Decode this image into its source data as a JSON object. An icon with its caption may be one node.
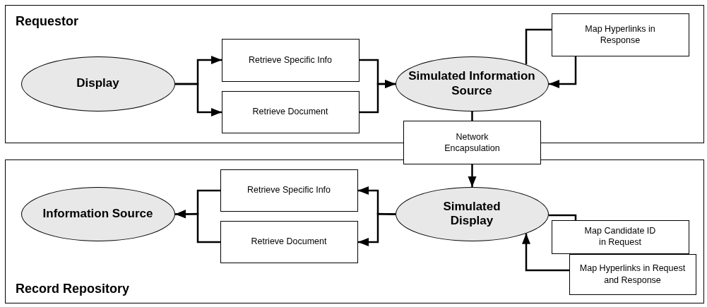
{
  "diagram": {
    "nodes": [
      {
        "text": [
          "Requestor"
        ]
      },
      {
        "text": [
          "Display"
        ],
        "in": 0
      },
      {
        "text": [
          "Retrieve Specific Info"
        ],
        "in": 0
      },
      {
        "text": [
          "Retrieve Document"
        ],
        "in": 0
      },
      {
        "text": [
          "Simulated Information Source"
        ],
        "in": 0
      },
      {
        "text": [
          "Map Hyperlinks in Response"
        ],
        "in": 0
      },
      {
        "text": [
          "Network Encapsulation"
        ]
      },
      {
        "text": [
          "Record Repository"
        ]
      },
      {
        "text": [
          "Information Source"
        ],
        "in": 7
      },
      {
        "text": [
          "Retrieve Specific Info"
        ],
        "in": 7
      },
      {
        "text": [
          "Retrieve Document"
        ],
        "in": 7
      },
      {
        "text": [
          "Simulated Display"
        ],
        "in": 7
      },
      {
        "text": [
          "Map Candidate ID in Request"
        ],
        "in": 7
      },
      {
        "text": [
          "Map Hyperlinks in Request and Response"
        ],
        "in": 7
      }
    ],
    "edges": [
      {
        "from": 1,
        "to": 2,
        "arrow": "to"
      },
      {
        "from": 1,
        "to": 3,
        "arrow": "to"
      },
      {
        "from": 2,
        "to": 4,
        "arrow": "to"
      },
      {
        "from": 3,
        "to": 4,
        "arrow": "to"
      },
      {
        "from": 4,
        "to": 5,
        "arrow": "none"
      },
      {
        "from": 5,
        "to": 4,
        "arrow": "to"
      },
      {
        "from": 4,
        "to": 6,
        "arrow": "none"
      },
      {
        "from": 6,
        "to": 11,
        "arrow": "to"
      },
      {
        "from": 11,
        "to": 9,
        "arrow": "to"
      },
      {
        "from": 11,
        "to": 10,
        "arrow": "to"
      },
      {
        "from": 9,
        "to": 8,
        "arrow": "to"
      },
      {
        "from": 10,
        "to": 8,
        "arrow": "to"
      },
      {
        "from": 11,
        "to": 12,
        "arrow": "none"
      },
      {
        "from": 13,
        "to": 11,
        "arrow": "to"
      }
    ]
  }
}
